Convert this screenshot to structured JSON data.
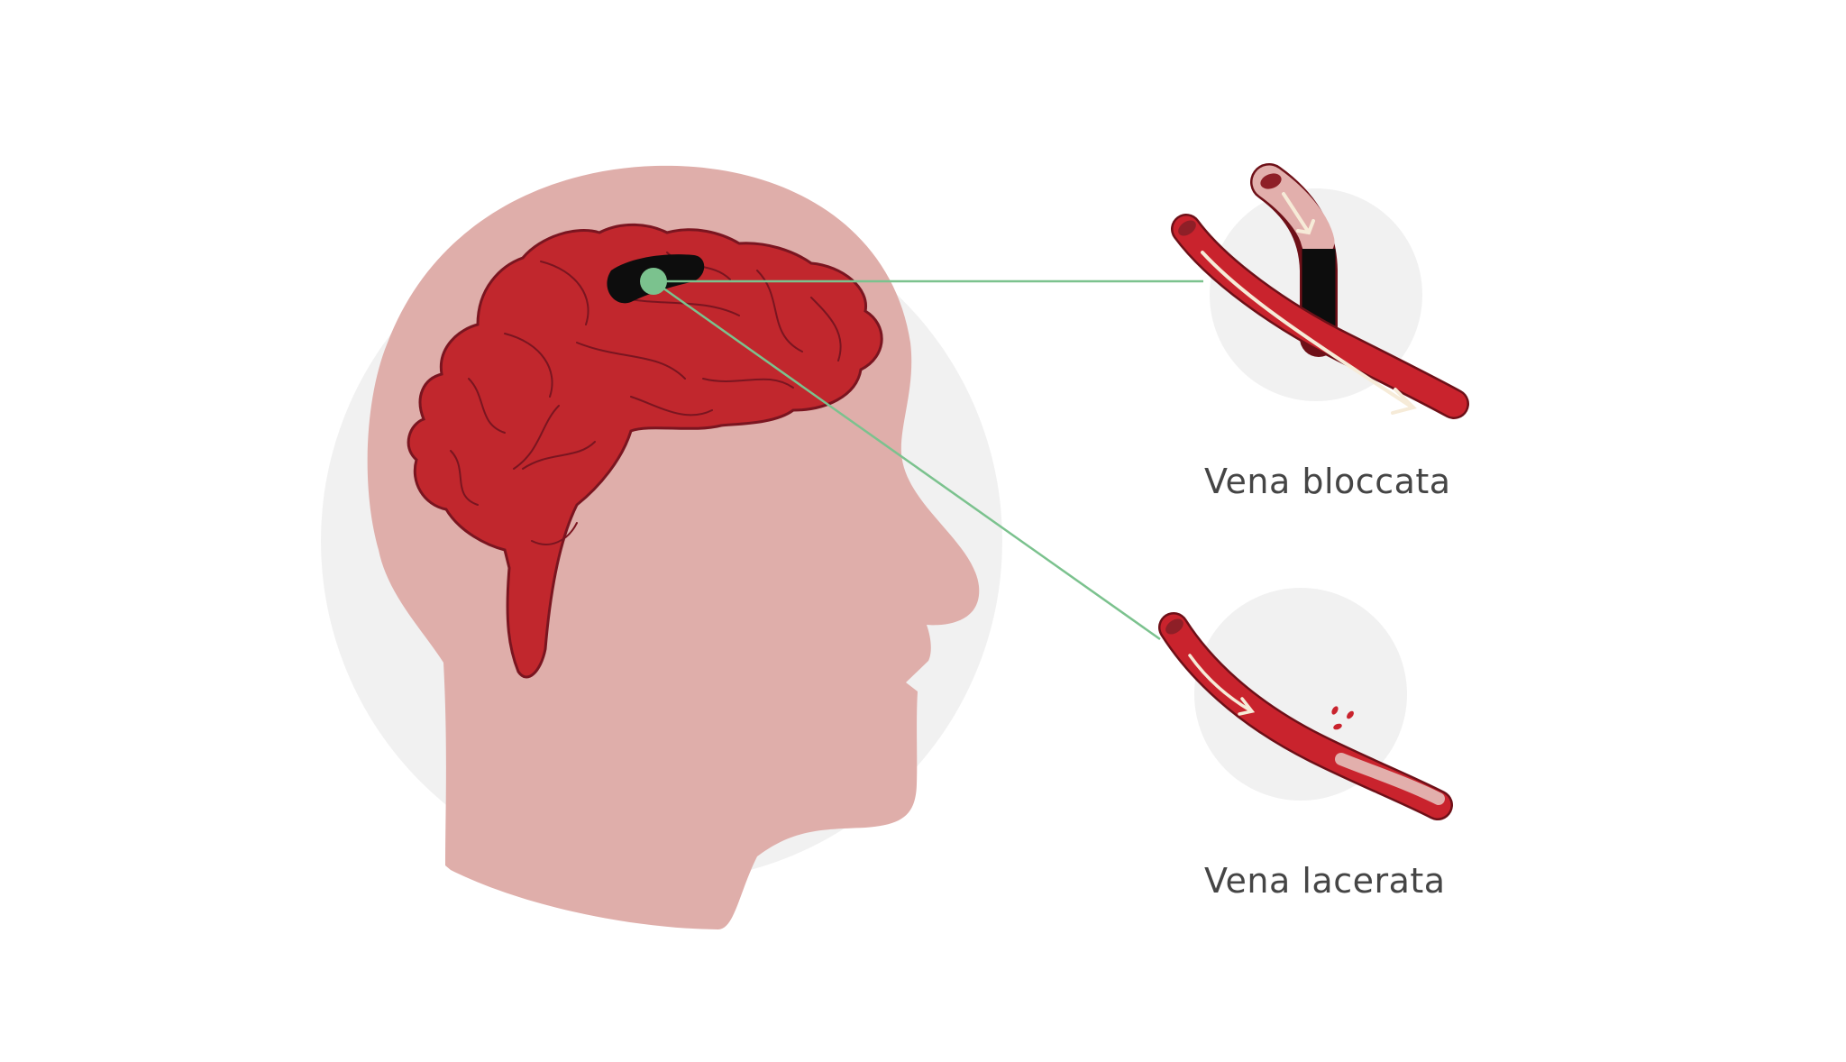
{
  "diagram": {
    "subject": "cerebral venous thrombosis illustration",
    "head": {
      "skin_color": "#DFAEAA",
      "backdrop_circle_color": "#F1F1F1"
    },
    "brain": {
      "fill": "#C1272D",
      "outline": "#7A1520",
      "clot_color": "#0D0D0D"
    },
    "marker": {
      "color": "#7BC28E"
    },
    "callouts": [
      {
        "id": "blocked",
        "label": "Vena bloccata",
        "icon": "blocked-vein-icon"
      },
      {
        "id": "lacerated",
        "label": "Vena lacerata",
        "icon": "lacerated-vein-icon"
      }
    ],
    "colors": {
      "vein_red": "#C9232D",
      "vein_outline": "#6E1018",
      "vein_pale": "#E2AFAC",
      "arrow": "#F6EBD8",
      "text": "#454545",
      "connector": "#7BC28E"
    }
  }
}
